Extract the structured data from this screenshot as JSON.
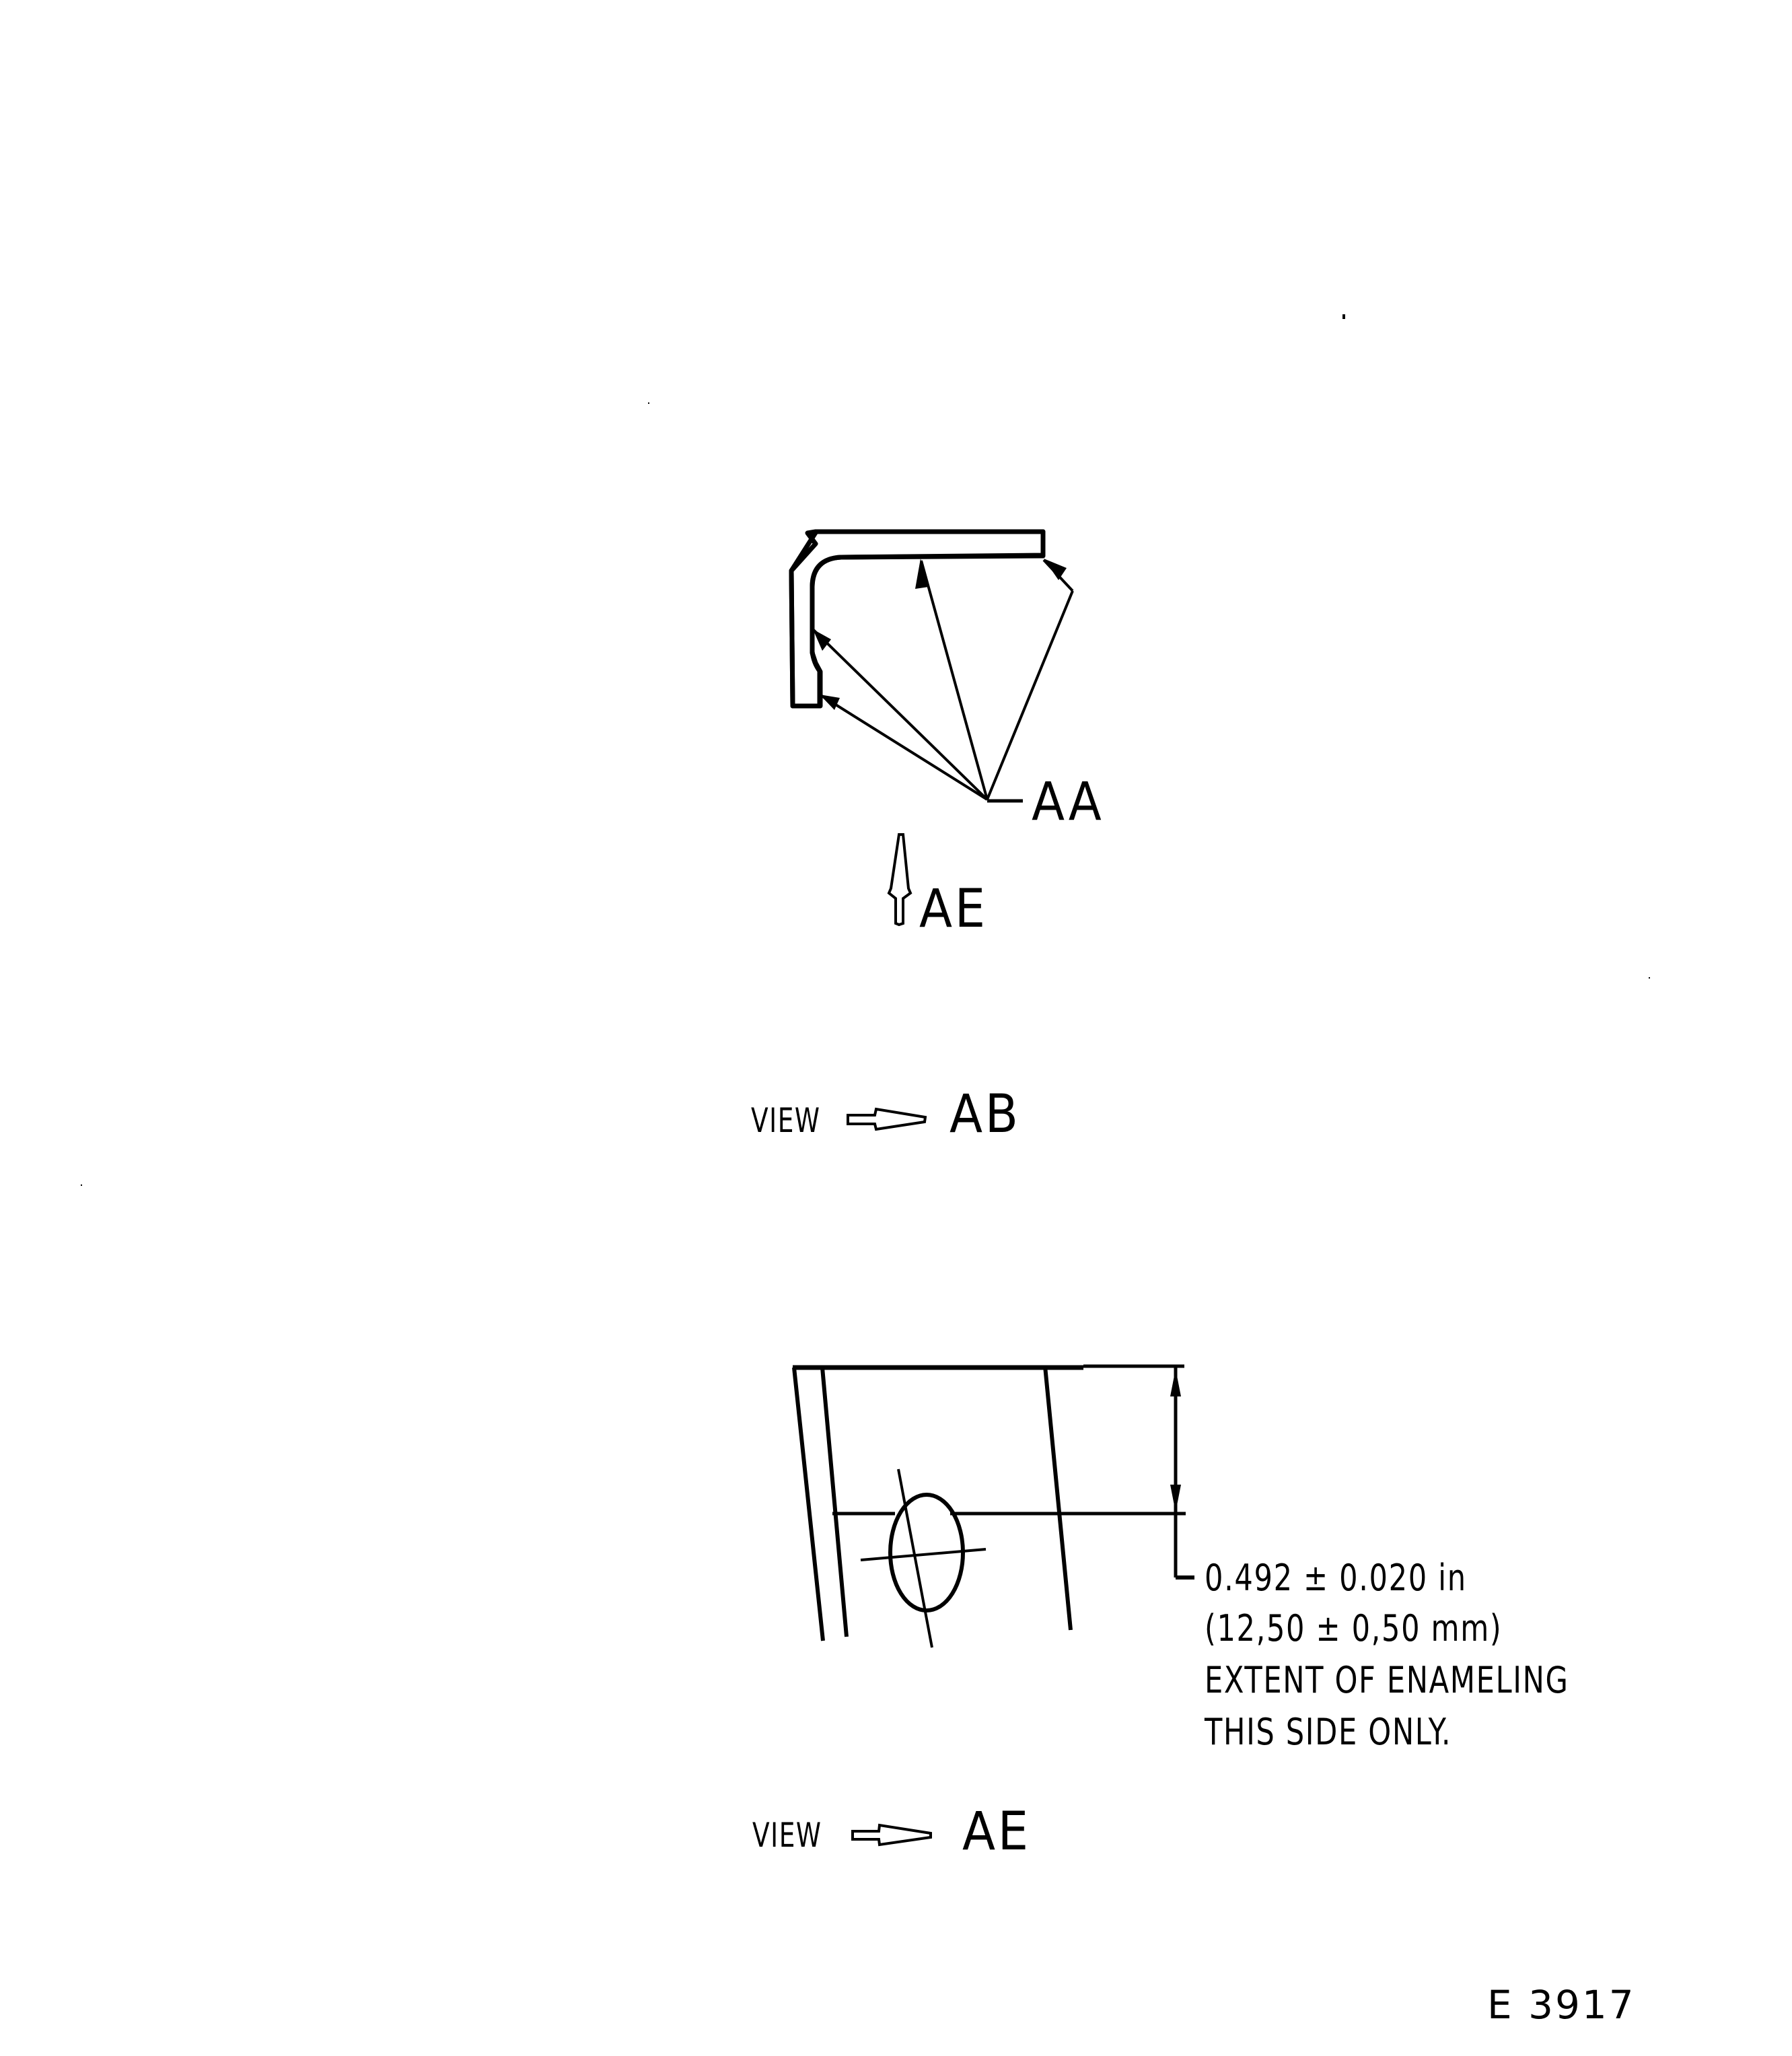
{
  "drawing": {
    "id": "E 3917",
    "background": "#ffffff",
    "ink": "#000000"
  },
  "view_ab": {
    "caption_prefix": "VIEW",
    "caption_letter": "AB",
    "leader_label": "AA",
    "view_arrow_label": "AE"
  },
  "view_ae": {
    "caption_prefix": "VIEW",
    "caption_letter": "AE",
    "dimension": {
      "imperial": "0.492 ± 0.020 in",
      "metric": "(12,50 ± 0,50 mm)",
      "note_line1": "EXTENT OF ENAMELING",
      "note_line2": "THIS SIDE ONLY."
    }
  },
  "icons": {
    "view_arrow": "hollow-tapered-arrow",
    "leader_arrow": "filled-arrowhead",
    "centerline": "crosshair"
  }
}
